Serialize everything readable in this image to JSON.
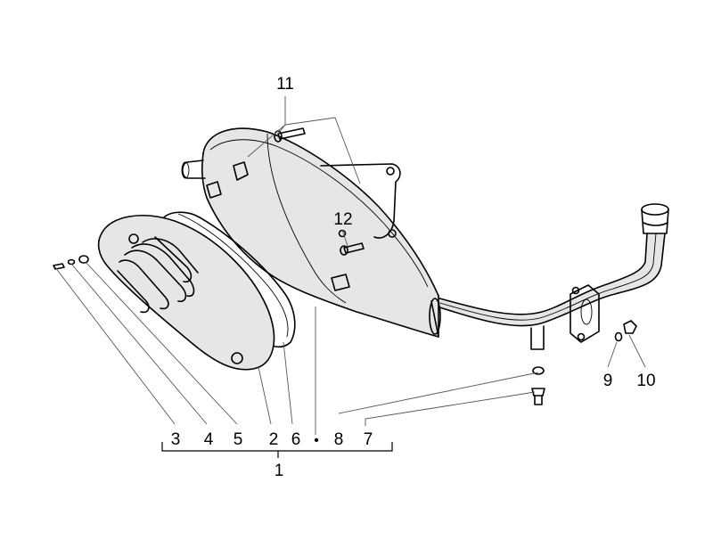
{
  "callouts": {
    "c1": "1",
    "c2": "2",
    "c3": "3",
    "c4": "4",
    "c5": "5",
    "c6": "6",
    "c7": "7",
    "c8": "8",
    "c9": "9",
    "c10": "10",
    "c11": "11",
    "c12": "12"
  },
  "assembly_dot": "•"
}
